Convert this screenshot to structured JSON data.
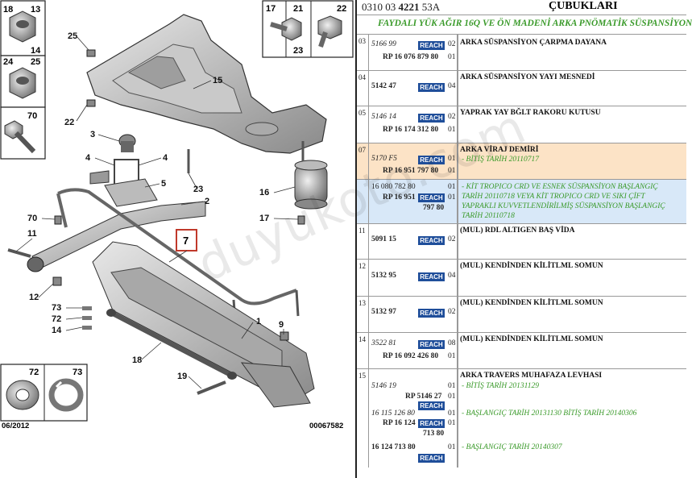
{
  "diagram": {
    "inset_left": [
      {
        "labels": [
          "13",
          "14"
        ],
        "extra": "18"
      },
      {
        "labels": [
          "24",
          "25"
        ]
      },
      {
        "labels": [
          "70"
        ]
      }
    ],
    "inset_right": {
      "labels": [
        "17",
        "21",
        "22",
        "23"
      ]
    },
    "inset_washers": {
      "labels": [
        "72",
        "73"
      ]
    },
    "callouts": [
      "25",
      "15",
      "22",
      "3",
      "4",
      "4",
      "5",
      "2",
      "70",
      "11",
      "12",
      "73",
      "72",
      "14",
      "18",
      "19",
      "1",
      "9",
      "16",
      "17",
      "23",
      "7"
    ],
    "date_stamp": "06/2012",
    "code": "00067582"
  },
  "parts_panel": {
    "header": {
      "ref_a": "0310 03 ",
      "ref_b": "4221",
      "ref_c": " 53A",
      "name": "ÇUBUKLARI"
    },
    "banner": "FAYDALI YÜK AĞIR 16Q VE ÖN MADENİ ARKA PNÖMATİK SÜSPANSİYON",
    "badge": "REACH",
    "rows": [
      {
        "num": "03",
        "part": "5166 99",
        "ref": "RP 16 076 879 80",
        "q1": "02",
        "q2": "01",
        "desc": "ARKA SÜSPANSİYON ÇARPMA DAYANA"
      },
      {
        "num": "04",
        "part": "5142 47",
        "q1": "04",
        "desc": "ARKA SÜSPANSİYON YAYI MESNEDİ"
      },
      {
        "num": "05",
        "part": "5146 14",
        "ref": "RP 16 174 312 80",
        "q1": "02",
        "q2": "01",
        "desc": "YAPRAK YAY BĞLT RAKORU KUTUSU"
      },
      {
        "num": "07",
        "part": "5170 F5",
        "ref": "RP 16 951 797 80",
        "q1": "01",
        "q2": "01",
        "desc": "ARKA VİRAJ DEMİRİ",
        "note": "- BİTİŞ TARİH 20110717"
      },
      {
        "num": "",
        "part": "16 080 782 80",
        "ref": "RP 16 951",
        "ref2": "797 80",
        "q1": "01",
        "q2": "01",
        "note_lines": [
          "- KİT TROPICO CRD VE ESNEK SÜSPANSİYON BAŞLANGIÇ",
          "TARİH 20110718 VEYA KİT TROPICO CRD VE SIKI ÇİFT",
          "YAPRAKLI KUVVETLENDİRİLMİŞ SÜSPANSİYON BAŞLANGIÇ",
          "TARİH 20110718"
        ]
      },
      {
        "num": "11",
        "part": "5091 15",
        "q1": "02",
        "desc": "(MUL) RDL ALTIGEN BAŞ VİDA"
      },
      {
        "num": "12",
        "part": "5132 95",
        "q1": "04",
        "desc": "(MUL) KENDİNDEN KİLİTLML SOMUN"
      },
      {
        "num": "13",
        "part": "5132 97",
        "q1": "02",
        "desc": "(MUL) KENDİNDEN KİLİTLML SOMUN"
      },
      {
        "num": "14",
        "part": "3522 81",
        "ref": "RP 16 092 426 80",
        "q1": "08",
        "q2": "01",
        "desc": "(MUL) KENDİNDEN KİLİTLML SOMUN"
      },
      {
        "num": "15",
        "part": "5146 19",
        "ref": "RP 5146 27",
        "q1": "01",
        "q2": "01",
        "desc": "ARKA TRAVERS MUHAFAZA LEVHASI",
        "note": "- BİTİŞ TARİH 20131129"
      },
      {
        "num": "",
        "part": "16 115 126 80",
        "ref": "RP 16 124",
        "ref2": "713 80",
        "q1": "01",
        "q2": "01",
        "note": "- BAŞLANGIÇ TARİH 20131130 BİTİŞ TARİH 20140306"
      },
      {
        "num": "",
        "part": "16 124 713 80",
        "q1": "01",
        "note": "- BAŞLANGIÇ TARİH 20140307"
      }
    ]
  },
  "watermark": "duyukoto.com"
}
